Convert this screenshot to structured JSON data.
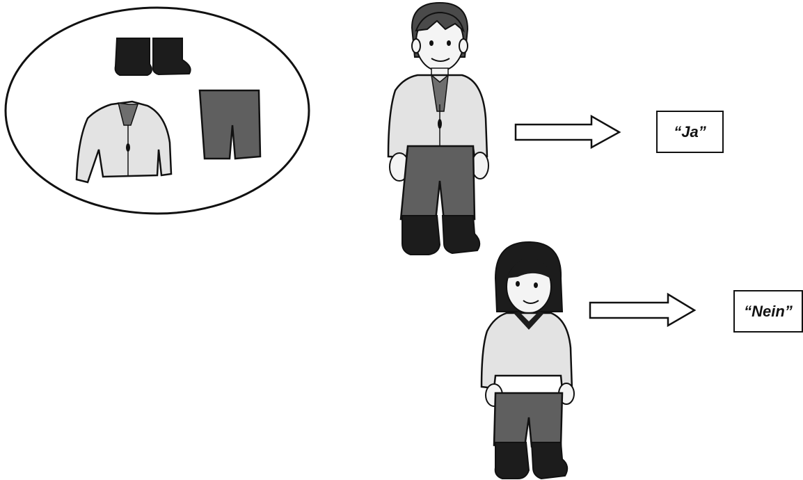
{
  "labels": {
    "ja": "“Ja”",
    "nein": "“Nein”"
  },
  "colors": {
    "outline": "#111111",
    "light_grey": "#e3e3e3",
    "mid_grey": "#6e6e6e",
    "dark_grey": "#3a3a3a",
    "black_boots": "#1c1c1c",
    "skin": "#f4f4f4"
  },
  "icons": {
    "thought_bubble": "clothing-set-ellipse",
    "arrow": "right-arrow-outline"
  }
}
